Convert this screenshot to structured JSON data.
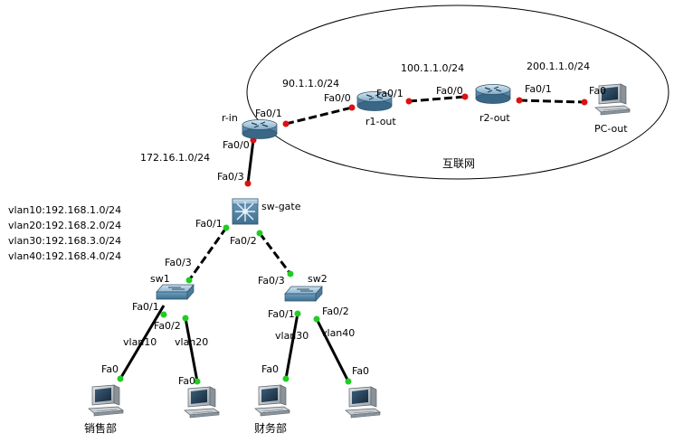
{
  "cloud_label": "互联网",
  "subnets": {
    "inside": "172.16.1.0/24",
    "r_in_r1": "90.1.1.0/24",
    "r1_r2": "100.1.1.0/24",
    "r2_pc": "200.1.1.0/24"
  },
  "vlan_list": [
    "vlan10:192.168.1.0/24",
    "vlan20:192.168.2.0/24",
    "vlan30:192.168.3.0/24",
    "vlan40:192.168.4.0/24"
  ],
  "devices": {
    "r_in": "r-in",
    "r1": "r1-out",
    "r2": "r2-out",
    "pc_out": "PC-out",
    "sw_gate": "sw-gate",
    "sw1": "sw1",
    "sw2": "sw2",
    "pc_sales": "销售部",
    "pc_finance": "财务部"
  },
  "ports": {
    "r_in_fa01": "Fa0/1",
    "r1_fa00": "Fa0/0",
    "r1_fa01": "Fa0/1",
    "r2_fa00": "Fa0/0",
    "r2_fa01": "Fa0/1",
    "pc_out_fa0": "Fa0",
    "r_in_fa00": "Fa0/0",
    "sw_gate_fa03": "Fa0/3",
    "sw_gate_fa01": "Fa0/1",
    "sw_gate_fa02": "Fa0/2",
    "sw1_fa03": "Fa0/3",
    "sw2_fa03": "Fa0/3",
    "sw1_fa01": "Fa0/1",
    "sw1_fa02": "Fa0/2",
    "sw2_fa01": "Fa0/1",
    "sw2_fa02": "Fa0/2",
    "pc1_fa0": "Fa0",
    "pc2_fa0": "Fa0",
    "pc3_fa0": "Fa0",
    "pc4_fa0": "Fa0"
  },
  "vlans": {
    "pc1": "vlan10",
    "pc2": "vlan20",
    "pc3": "vlan30",
    "pc4": "vlan40"
  },
  "colors": {
    "wan_link_dot": "#dd1111",
    "lan_link_dot": "#22cc22",
    "link": "#000000"
  }
}
